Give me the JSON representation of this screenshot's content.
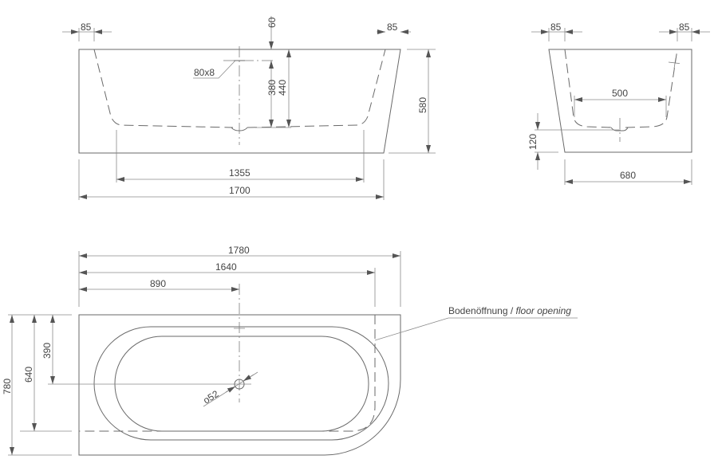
{
  "front_view": {
    "dim_left_wall": "85",
    "dim_right_wall": "85",
    "dim_overflow_from_top": "60",
    "overflow_label": "80x8",
    "dim_overflow_height": "380",
    "dim_inner_depth": "440",
    "dim_height": "580",
    "dim_inner_bottom": "1355",
    "dim_length": "1700"
  },
  "side_view": {
    "dim_left_wall": "85",
    "dim_right_wall": "85",
    "dim_inner_bottom": "500",
    "dim_drain_height": "120",
    "dim_width": "680"
  },
  "plan_view": {
    "dim_total_length": "1780",
    "dim_floor_opening_length": "1640",
    "dim_drain_x": "890",
    "dim_total_width": "780",
    "dim_floor_opening_width": "640",
    "dim_drain_y": "390",
    "drain_diameter": "o52",
    "floor_opening_label_de": "Bodenöffnung /",
    "floor_opening_label_en": "floor opening"
  }
}
